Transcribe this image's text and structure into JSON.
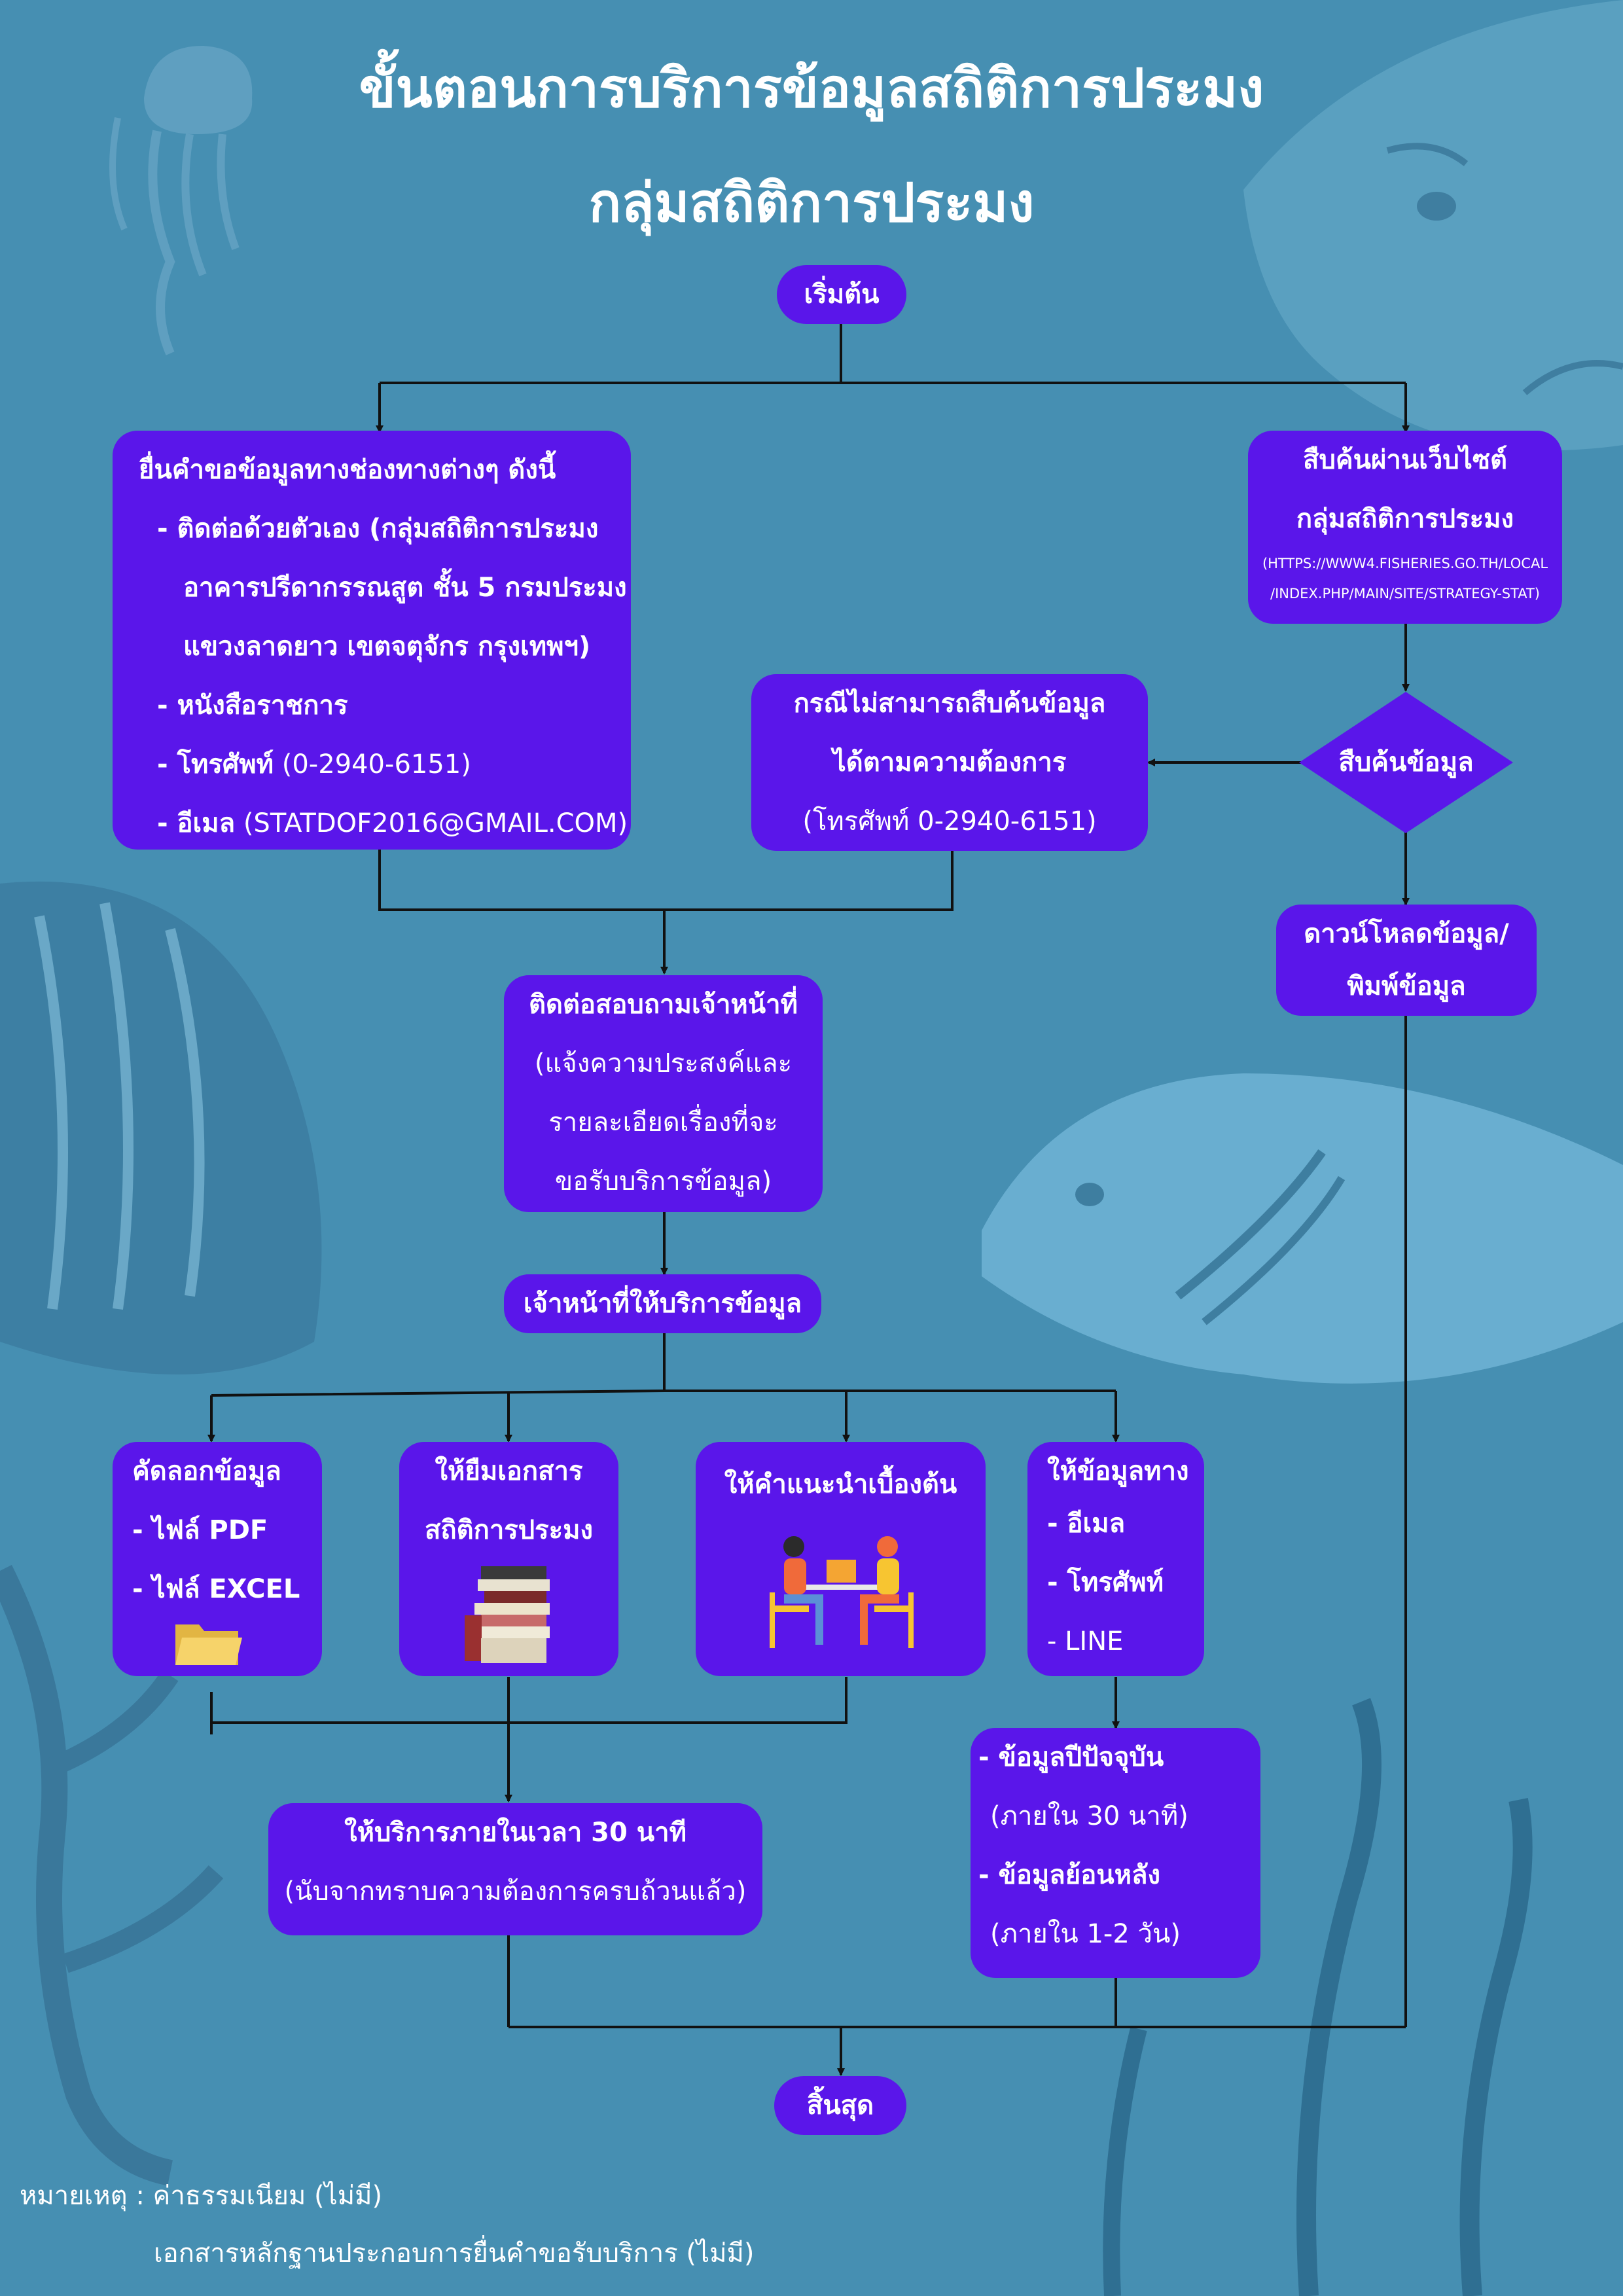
{
  "title": {
    "line1": "ขั้นตอนการบริการข้อมูลสถิติการประมง",
    "line2": "กลุ่มสถิติการประมง"
  },
  "start": "เริ่มต้น",
  "end": "สิ้นสุด",
  "request_box": {
    "heading": "ยื่นคำขอข้อมูลทางช่องทางต่างๆ ดังนี้",
    "lines": [
      "- ติดต่อด้วยตัวเอง (กลุ่มสถิติการประมง",
      "อาคารปรีดากรรณสูต ชั้น 5 กรมประมง",
      "แขวงลาดยาว เขตจตุจักร กรุงเทพฯ)",
      "- หนังสือราชการ"
    ],
    "phone_label": "- โทรศัพท์",
    "phone_value": "(0-2940-6151)",
    "email_label": "- อีเมล",
    "email_value": "(STATDOF2016@GMAIL.COM)"
  },
  "web_box": {
    "line1": "สืบค้นผ่านเว็บไซต์",
    "line2": "กลุ่มสถิติการประมง",
    "url1": "(HTTPS://WWW4.FISHERIES.GO.TH/LOCAL",
    "url2": "/INDEX.PHP/MAIN/SITE/STRATEGY-STAT)"
  },
  "search_decision": "สืบค้นข้อมูล",
  "not_found_box": {
    "line1": "กรณีไม่สามารถสืบค้นข้อมูล",
    "line2": "ได้ตามความต้องการ",
    "line3": "(โทรศัพท์ 0-2940-6151)"
  },
  "download_box": {
    "line1": "ดาวน์โหลดข้อมูล/",
    "line2": "พิมพ์ข้อมูล"
  },
  "contact_box": {
    "line1": "ติดต่อสอบถามเจ้าหน้าที่",
    "line2": "(แจ้งความประสงค์และ",
    "line3": "รายละเอียดเรื่องที่จะ",
    "line4": "ขอรับบริการข้อมูล)"
  },
  "staff_service": "เจ้าหน้าที่ให้บริการข้อมูล",
  "copy_box": {
    "heading": "คัดลอกข้อมูล",
    "item1": "- ไฟล์ PDF",
    "item2": "- ไฟล์ EXCEL"
  },
  "lend_box": {
    "line1": "ให้ยืมเอกสาร",
    "line2": "สถิติการประมง"
  },
  "advice_box": {
    "line1": "ให้คำแนะนำเบื้องต้น"
  },
  "channel_box": {
    "heading": "ให้ข้อมูลทาง",
    "item1": "- อีเมล",
    "item2": "- โทรศัพท์",
    "item3": "- LINE"
  },
  "service_time_box": {
    "line1": "ให้บริการภายในเวลา 30 นาที",
    "line2": "(นับจากทราบความต้องการครบถ้วนแล้ว)"
  },
  "data_year_box": {
    "line1": "- ข้อมูลปีปัจจุบัน",
    "line2": "(ภายใน 30 นาที)",
    "line3": "- ข้อมูลย้อนหลัง",
    "line4": "(ภายใน 1-2 วัน)"
  },
  "note": {
    "label": "หมายเหตุ : ค่าธรรมเนียม (ไม่มี)",
    "line2": "เอกสารหลักฐานประกอบการยื่นคำขอรับบริการ (ไม่มี)"
  },
  "colors": {
    "background": "#468fb2",
    "box": "#5a16ea",
    "text": "#ffffff",
    "line": "#111111"
  }
}
